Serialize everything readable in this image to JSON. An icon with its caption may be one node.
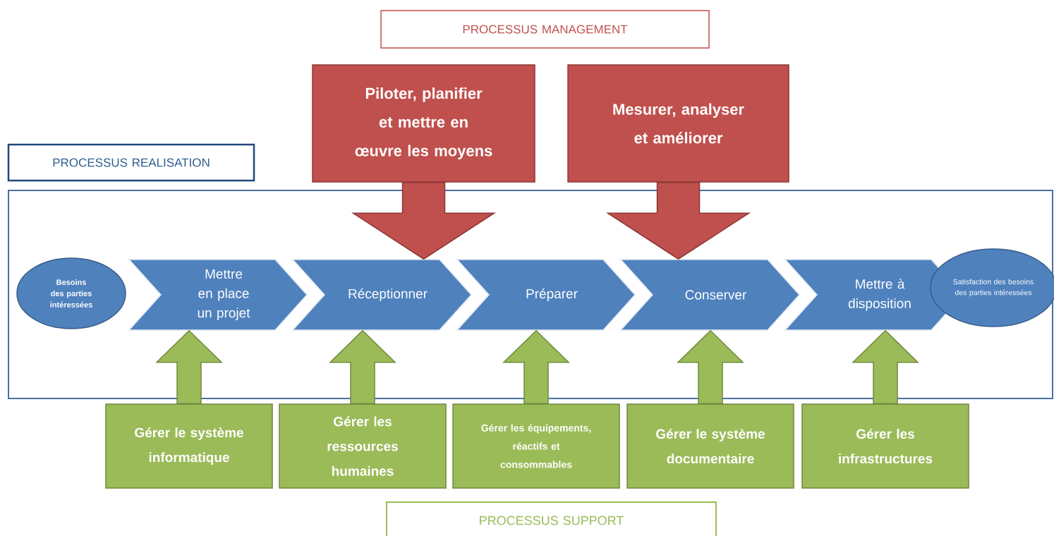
{
  "diagram": {
    "nodes": [
      {
        "text": [
          "PROCESSUS MANAGEMENT"
        ]
      },
      {
        "text": [
          "Piloter, planifier et mettre en œuvre les moyens"
        ]
      },
      {
        "text": [
          "Mesurer, analyser et améliorer"
        ]
      },
      {
        "text": [
          "PROCESSUS REALISATION"
        ]
      },
      {
        "text": [],
        "shape": "box"
      },
      {
        "text": [
          "Besoins des parties intéressées"
        ],
        "in": 4
      },
      {
        "text": [
          "Mettre en place un projet"
        ],
        "in": 4
      },
      {
        "text": [
          "Réceptionner"
        ],
        "in": 4
      },
      {
        "text": [
          "Préparer"
        ],
        "in": 4
      },
      {
        "text": [
          "Conserver"
        ],
        "in": 4
      },
      {
        "text": [
          "Mettre à disposition"
        ],
        "in": 4
      },
      {
        "text": [
          "Satisfaction des besoins des parties intéressées"
        ],
        "in": 4
      },
      {
        "text": [
          "Gérer le système informatique"
        ]
      },
      {
        "text": [
          "Gérer les ressources humaines"
        ]
      },
      {
        "text": [
          "Gérer les équipements, réactifs et consommables"
        ]
      },
      {
        "text": [
          "Gérer le système documentaire"
        ]
      },
      {
        "text": [
          "Gérer les infrastructures"
        ]
      },
      {
        "text": [
          "PROCESSUS SUPPORT"
        ]
      }
    ],
    "edges": [
      {
        "from": 1,
        "to": 7,
        "arrow": "to"
      },
      {
        "from": 2,
        "to": 9,
        "arrow": "to"
      },
      {
        "from": 12,
        "to": 6,
        "arrow": "to"
      },
      {
        "from": 13,
        "to": 7,
        "arrow": "to"
      },
      {
        "from": 14,
        "to": 8,
        "arrow": "to"
      },
      {
        "from": 15,
        "to": 9,
        "arrow": "to"
      },
      {
        "from": 16,
        "to": 10,
        "arrow": "to"
      }
    ]
  }
}
